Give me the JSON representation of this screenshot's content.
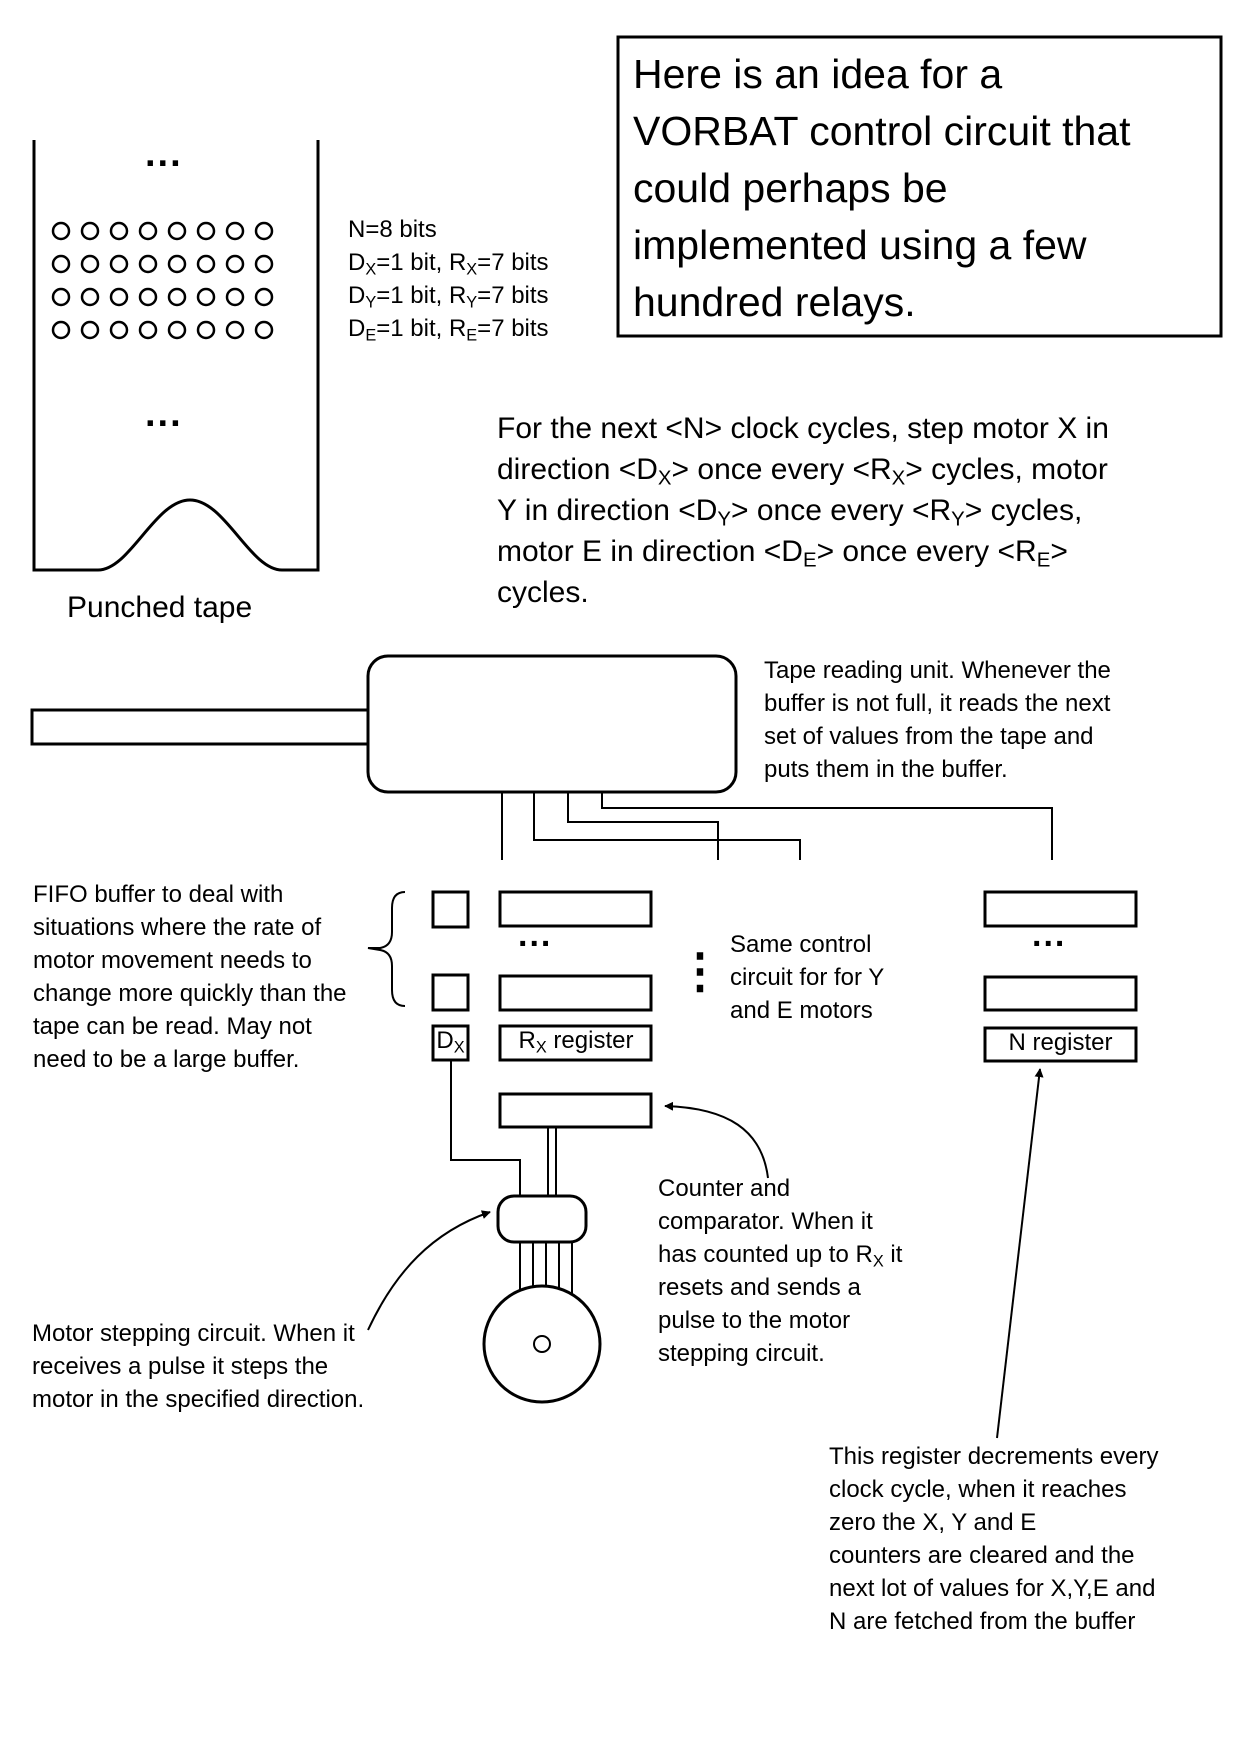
{
  "intro": {
    "lines": [
      "Here is an idea for a",
      "VORBAT control circuit that",
      "could perhaps be",
      "implemented using a few",
      "hundred relays."
    ]
  },
  "tape": {
    "label": "Punched tape",
    "ellipsis": "...",
    "hole_rows": 4,
    "holes_per_row": 8,
    "legend": [
      {
        "full": "N=8 bits",
        "parts": [
          "N=8 bits"
        ]
      },
      {
        "full": "DX=1 bit, RX=7 bits",
        "parts": [
          "D",
          "X",
          "=1 bit, R",
          "X",
          "=7 bits"
        ]
      },
      {
        "full": "DY=1 bit, RY=7 bits",
        "parts": [
          "D",
          "Y",
          "=1 bit, R",
          "Y",
          "=7 bits"
        ]
      },
      {
        "full": "DE=1 bit, RE=7 bits",
        "parts": [
          "D",
          "E",
          "=1 bit, R",
          "E",
          "=7 bits"
        ]
      }
    ]
  },
  "command": {
    "lines": [
      {
        "full": "For the next <N> clock cycles, step motor X in",
        "parts": [
          "For the next <N> clock cycles, step motor X in"
        ]
      },
      {
        "full": "direction <DX> once every <RX> cycles, motor",
        "parts": [
          "direction <D",
          "X",
          "> once every <R",
          "X",
          "> cycles, motor"
        ]
      },
      {
        "full": "Y in direction <DY> once every <RY> cycles,",
        "parts": [
          "Y in direction <D",
          "Y",
          "> once every <R",
          "Y",
          "> cycles,"
        ]
      },
      {
        "full": "motor E in direction <DE> once every <RE>",
        "parts": [
          "motor E in direction <D",
          "E",
          "> once every <R",
          "E",
          ">"
        ]
      },
      {
        "full": "cycles.",
        "parts": [
          "cycles."
        ]
      }
    ]
  },
  "reader_note": {
    "lines": [
      "Tape reading unit. Whenever the",
      "buffer is not full, it reads the next",
      "set of values from the tape and",
      "puts them in the buffer."
    ]
  },
  "fifo_note": {
    "lines": [
      "FIFO buffer to deal with",
      "situations where the rate of",
      "motor movement needs to",
      "change more quickly than the",
      "tape can be read. May not",
      "need to be a large buffer."
    ]
  },
  "buffer": {
    "ellipsis": "...",
    "vertical_ellipsis": "⋮",
    "dx_label": {
      "parts": [
        "D",
        "X"
      ]
    },
    "rx_label": {
      "parts": [
        "R",
        "X",
        " register"
      ]
    },
    "n_label": "N register"
  },
  "same_note": {
    "lines": [
      "Same control",
      "circuit for for Y",
      "and E motors"
    ]
  },
  "counter_note": {
    "lines": [
      {
        "full": "Counter and",
        "parts": [
          "Counter and"
        ]
      },
      {
        "full": "comparator. When it",
        "parts": [
          "comparator. When it"
        ]
      },
      {
        "full": "has counted up to RX it",
        "parts": [
          "has counted up to R",
          "X",
          " it"
        ]
      },
      {
        "full": "resets and sends a",
        "parts": [
          "resets and sends a"
        ]
      },
      {
        "full": "pulse to the motor",
        "parts": [
          "pulse to the motor"
        ]
      },
      {
        "full": "stepping circuit.",
        "parts": [
          "stepping circuit."
        ]
      }
    ]
  },
  "stepper_note": {
    "lines": [
      "Motor stepping circuit. When it",
      "receives a pulse it steps the",
      "motor in the specified direction."
    ]
  },
  "n_note": {
    "lines": [
      "This register decrements every",
      "clock cycle, when it reaches",
      "zero the X, Y and E",
      "counters are cleared and the",
      "next lot of values for X,Y,E and",
      "N are fetched from the buffer"
    ]
  },
  "colors": {
    "ink": "#000000",
    "paper": "#ffffff"
  }
}
